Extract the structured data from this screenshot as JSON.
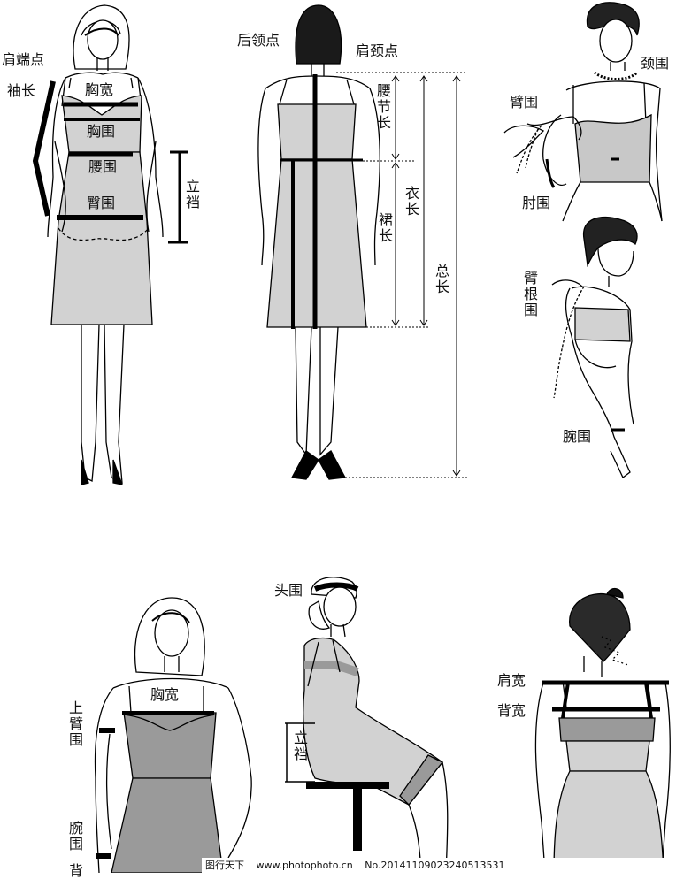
{
  "figures": {
    "front": {
      "shoulder_point": "肩端点",
      "sleeve_length": "袖长",
      "chest_width": "胸宽",
      "bust": "胸围",
      "waist": "腰围",
      "hip": "臀围",
      "crotch_depth": "立裆"
    },
    "back": {
      "back_neck_point": "后领点",
      "neck_side_point": "肩颈点",
      "waist_length": "腰节长",
      "garment_length": "衣长",
      "skirt_length": "裙长",
      "total_length": "总长"
    },
    "neck_arm": {
      "neck": "颈围",
      "upper_arm": "臂围",
      "elbow": "肘围"
    },
    "side_arm": {
      "armhole": "臂根围",
      "wrist": "腕围"
    },
    "front_bottom": {
      "chest_width": "胸宽",
      "upper_arm": "上臂围",
      "wrist": "腕围",
      "partial": "背"
    },
    "seated": {
      "head": "头围",
      "crotch_depth": "立裆"
    },
    "back_bottom": {
      "shoulder_width": "肩宽",
      "back_width": "背宽"
    }
  },
  "footer": {
    "site": "图行天下",
    "url": "www.photophoto.cn",
    "number": "No.20141109023240513531"
  },
  "colors": {
    "dress_fill": "#d2d2d2",
    "dress_dark": "#9a9a9a",
    "ink": "#000000"
  }
}
